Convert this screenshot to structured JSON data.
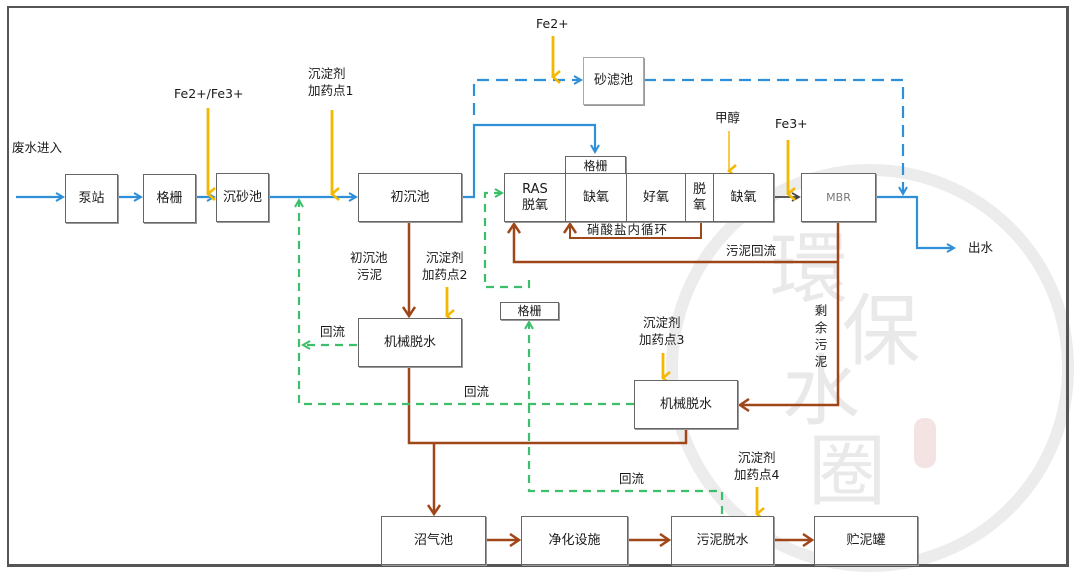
{
  "colors": {
    "water": "#2f8fd8",
    "chemical": "#f5b800",
    "methanol": "#f7c43a",
    "sludge": "#a0471a",
    "return": "#3cbf6a",
    "box_border": "#666666",
    "frame": "#555555",
    "watermark": "#e9e9e9"
  },
  "labels": {
    "inflow": "废水进入",
    "outflow": "出水",
    "fe23": "Fe2+/Fe3+",
    "fe2": "Fe2+",
    "fe3": "Fe3+",
    "methanol": "甲醇",
    "dose1_line1": "沉淀剂",
    "dose1_line2": "加药点1",
    "dose2_line1": "沉淀剂",
    "dose2_line2": "加药点2",
    "dose3_line1": "沉淀剂",
    "dose3_line2": "加药点3",
    "dose4_line1": "沉淀剂",
    "dose4_line2": "加药点4",
    "primary_sludge_line1": "初沉池",
    "primary_sludge_line2": "污泥",
    "return_flow_1": "回流",
    "return_flow_2": "回流",
    "return_flow_3": "回流",
    "nitrate_recycle": "硝酸盐内循环",
    "sludge_return": "污泥回流",
    "excess_sludge": "剩余污泥"
  },
  "boxes": {
    "pump_station": "泵站",
    "screen_1": "格栅",
    "grit_chamber": "沉砂池",
    "primary_clarifier": "初沉池",
    "sand_filter": "砂滤池",
    "screen_top": "格栅",
    "ras_deox": "RAS\n脱氧",
    "anoxic_1": "缺氧",
    "aerobic": "好氧",
    "deox": "脱\n氧",
    "anoxic_2": "缺氧",
    "mbr": "MBR",
    "dewater_mech_1": "机械脱水",
    "screen_small": "格栅",
    "dewater_mech_2": "机械脱水",
    "digester": "沼气池",
    "purification": "净化设施",
    "sludge_dewater": "污泥脱水",
    "sludge_tank": "贮泥罐"
  },
  "watermark": {
    "chars": [
      "環",
      "保",
      "水",
      "圈"
    ]
  }
}
